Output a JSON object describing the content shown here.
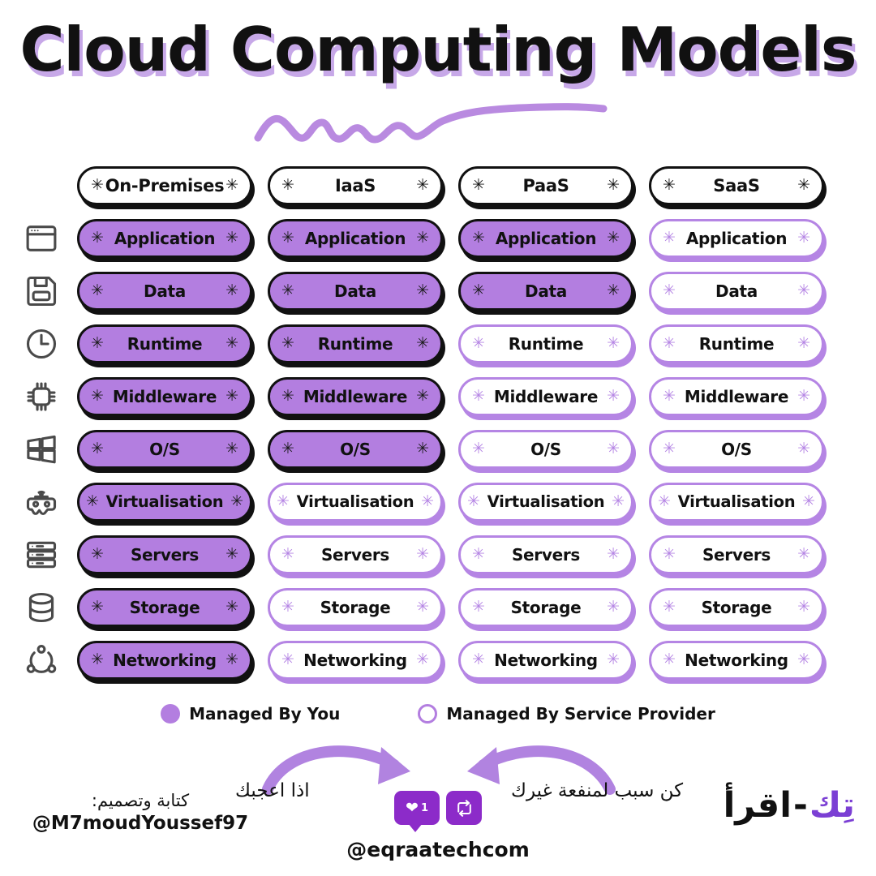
{
  "title": "Cloud Computing Models",
  "colors": {
    "purple_fill": "#b37ee0",
    "purple_outline": "#b585e4",
    "accent_dark_purple": "#8c2bc9",
    "title_shadow": "#c7a8e8",
    "ink": "#111111"
  },
  "asterisk": "✳",
  "columns": [
    {
      "id": "on-premises",
      "label": "On-Premises"
    },
    {
      "id": "iaas",
      "label": "IaaS"
    },
    {
      "id": "paas",
      "label": "PaaS"
    },
    {
      "id": "saas",
      "label": "SaaS"
    }
  ],
  "rows": [
    {
      "id": "application",
      "label": "Application",
      "icon": "browser-window-icon"
    },
    {
      "id": "data",
      "label": "Data",
      "icon": "floppy-disk-icon"
    },
    {
      "id": "runtime",
      "label": "Runtime",
      "icon": "clock-icon"
    },
    {
      "id": "middleware",
      "label": "Middleware",
      "icon": "cpu-chip-icon"
    },
    {
      "id": "os",
      "label": "O/S",
      "icon": "windows-logo-icon"
    },
    {
      "id": "virtualisation",
      "label": "Virtualisation",
      "icon": "vr-headset-icon"
    },
    {
      "id": "servers",
      "label": "Servers",
      "icon": "server-rack-icon"
    },
    {
      "id": "storage",
      "label": "Storage",
      "icon": "database-icon"
    },
    {
      "id": "networking",
      "label": "Networking",
      "icon": "network-nodes-icon"
    }
  ],
  "matrix": [
    [
      "filled",
      "filled",
      "filled",
      "outlined"
    ],
    [
      "filled",
      "filled",
      "filled",
      "outlined"
    ],
    [
      "filled",
      "filled",
      "outlined",
      "outlined"
    ],
    [
      "filled",
      "filled",
      "outlined",
      "outlined"
    ],
    [
      "filled",
      "filled",
      "outlined",
      "outlined"
    ],
    [
      "filled",
      "outlined",
      "outlined",
      "outlined"
    ],
    [
      "filled",
      "outlined",
      "outlined",
      "outlined"
    ],
    [
      "filled",
      "outlined",
      "outlined",
      "outlined"
    ],
    [
      "filled",
      "outlined",
      "outlined",
      "outlined"
    ]
  ],
  "legend": [
    {
      "id": "managed-by-you",
      "label": "Managed By You",
      "style": "solid"
    },
    {
      "id": "managed-by-service-provider",
      "label": "Managed By Service Provider",
      "style": "hollow"
    }
  ],
  "footer": {
    "cta_left": "اذا اعجبك",
    "cta_right": "كن سبب لمنفعة غيرك",
    "like_count": "1",
    "handle": "@eqraatechcom",
    "credit_label": "كتابة وتصميم:",
    "credit_handle": "@M7moudYoussef97",
    "brand_dark": "اقرأ",
    "brand_separator": "-",
    "brand_purple": "تِك"
  }
}
